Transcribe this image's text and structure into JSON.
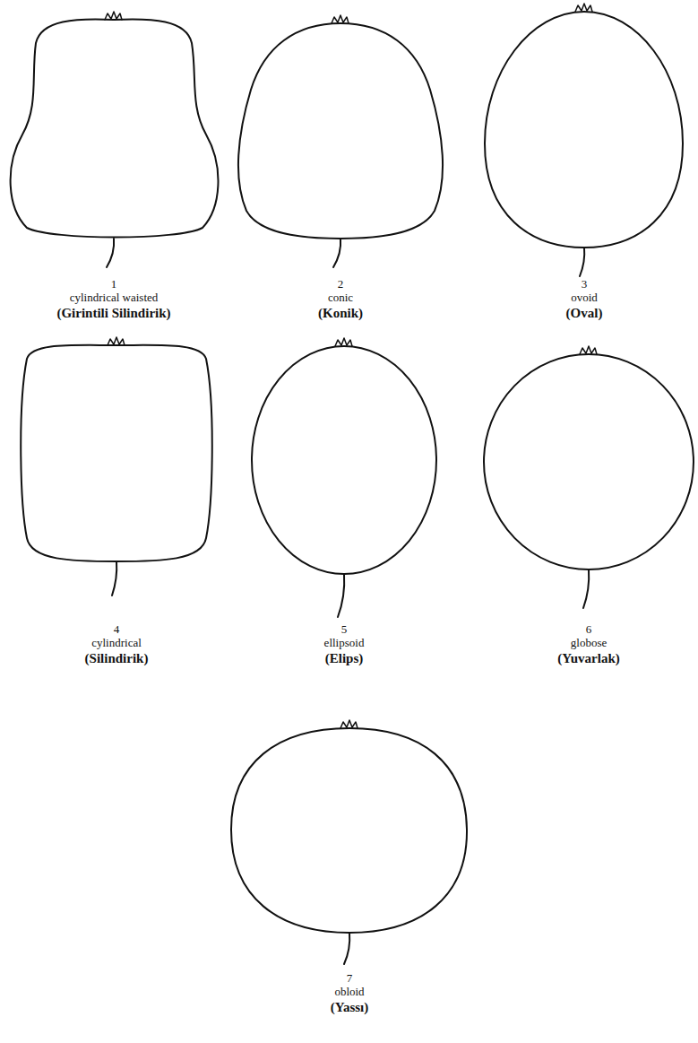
{
  "diagram": {
    "labels": [
      "1",
      "cylindrical waisted",
      "(Girintili Silindirik)",
      "2",
      "conic",
      "(Konik)",
      "3",
      "ovoid",
      "(Oval)",
      "4",
      "cylindrical",
      "(Silindirik)",
      "5",
      "ellipsoid",
      "(Elips)",
      "6",
      "globose",
      "(Yuvarlak)",
      "7",
      "obloid",
      "(Yassı)"
    ]
  }
}
